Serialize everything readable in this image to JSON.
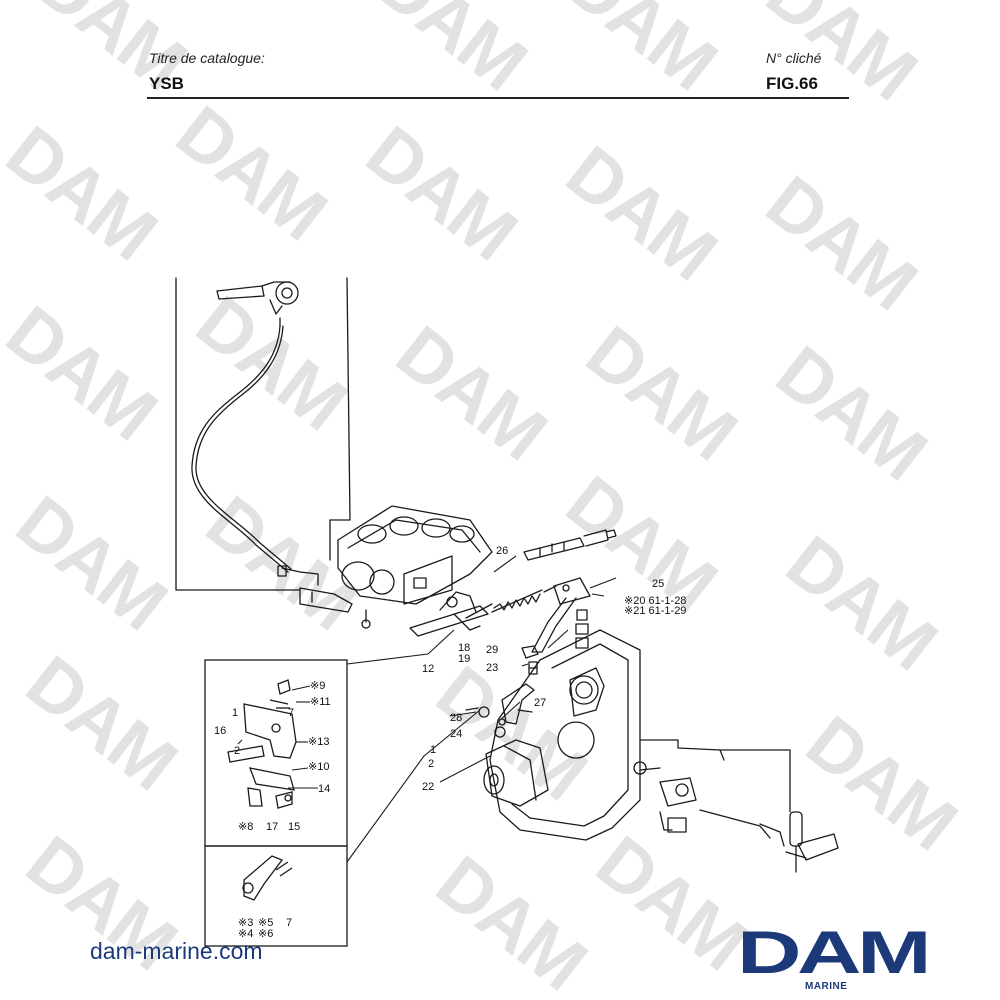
{
  "header": {
    "catalog_label": "Titre de catalogue:",
    "catalog_value": "YSB",
    "plate_label": "N° cliché",
    "plate_value": "FIG.66"
  },
  "watermark": {
    "text": "DAM",
    "color": "#e2e2e2"
  },
  "callouts": {
    "c1": "1",
    "c2": "2",
    "c3": "※3",
    "c4": "※4",
    "c5": "※5",
    "c6": "※6",
    "c7a": "7",
    "c7b": "7",
    "c8": "※8",
    "c9": "※9",
    "c10": "※10",
    "c11": "※11",
    "c12": "12",
    "c13": "※13",
    "c14": "14",
    "c15": "15",
    "c16": "16",
    "c17": "17",
    "c18": "18",
    "c19": "19",
    "c20": "※20 61-1-28",
    "c21": "※21 61-1-29",
    "c22": "22",
    "c23": "23",
    "c24": "24",
    "c25": "25",
    "c26": "26",
    "c27": "27",
    "c28": "28",
    "c29": "29",
    "c1b": "1",
    "c2b": "2"
  },
  "footer": {
    "site": "dam-marine.com",
    "logo_text": "DAM",
    "logo_sub": "MARINE",
    "brand_color": "#1c3a7a"
  }
}
